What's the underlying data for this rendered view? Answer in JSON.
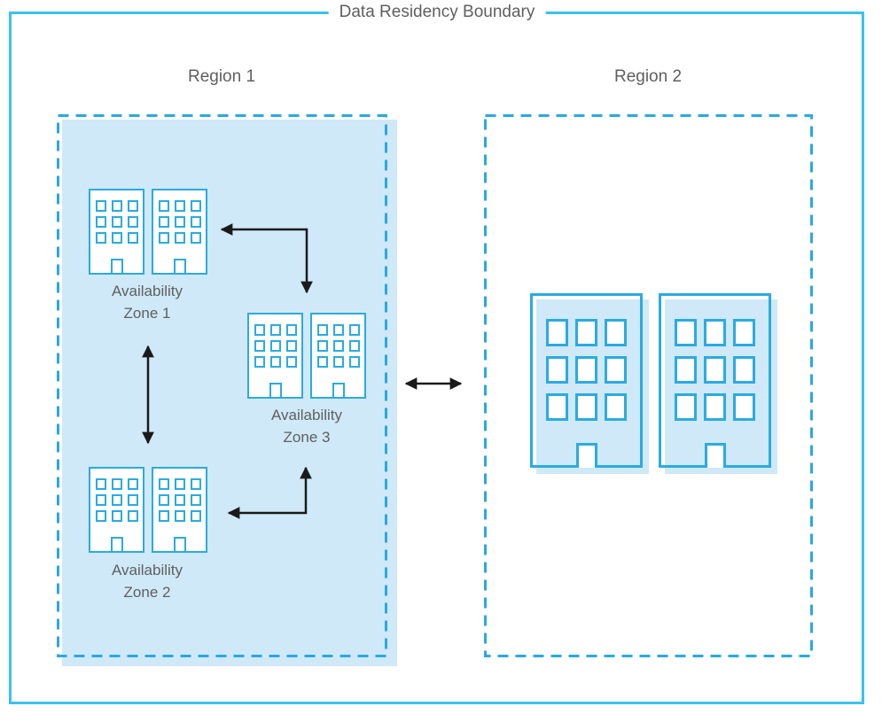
{
  "diagram": {
    "title": "Data Residency Boundary",
    "regions": [
      {
        "label": "Region 1",
        "zones": [
          {
            "label_line1": "Availability",
            "label_line2": "Zone 1"
          },
          {
            "label_line1": "Availability",
            "label_line2": "Zone 2"
          },
          {
            "label_line1": "Availability",
            "label_line2": "Zone 3"
          }
        ]
      },
      {
        "label": "Region 2"
      }
    ],
    "connections": [
      {
        "from": "Availability Zone 1",
        "to": "Availability Zone 3",
        "bidirectional": true
      },
      {
        "from": "Availability Zone 1",
        "to": "Availability Zone 2",
        "bidirectional": true
      },
      {
        "from": "Availability Zone 2",
        "to": "Availability Zone 3",
        "bidirectional": true
      },
      {
        "from": "Region 1",
        "to": "Region 2",
        "bidirectional": true
      }
    ],
    "colors": {
      "outer_border": "#3cc1f0",
      "dashed_border": "#29a9e1",
      "region1_fill": "#cfe9f8",
      "building_border": "#2aabe2",
      "building_fill": "#cfe9f8",
      "label_text": "#5f5f5f",
      "arrow": "#1a1a1a"
    }
  }
}
